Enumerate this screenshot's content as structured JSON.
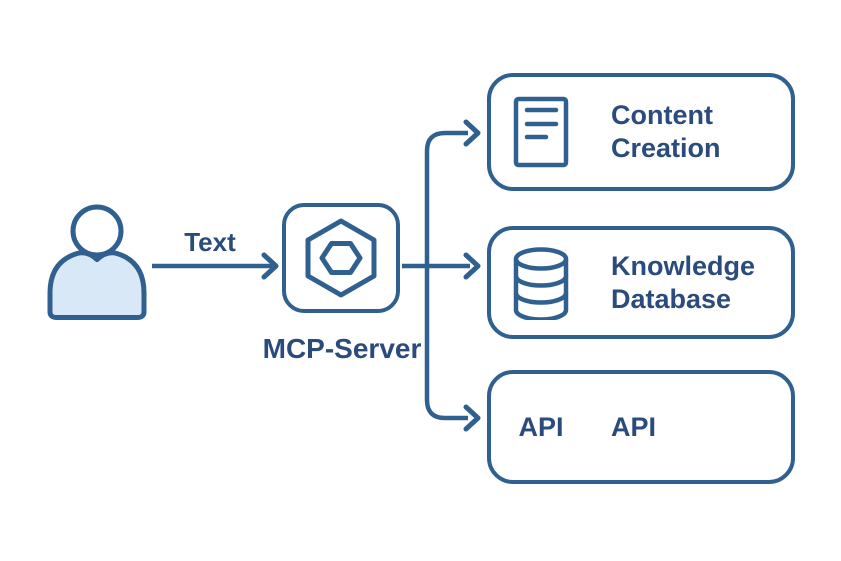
{
  "diagram": {
    "input_label": "Text",
    "user": {
      "icon": "person-icon"
    },
    "server": {
      "icon": "hexagon-icon",
      "label": "MCP-Server"
    },
    "targets": [
      {
        "icon": "document-icon",
        "label_lines": [
          "Content",
          "Creation"
        ]
      },
      {
        "icon": "database-icon",
        "label_lines": [
          "Knowledge",
          "Database"
        ]
      },
      {
        "icon": "api-text-icon",
        "icon_text": "API",
        "label_lines": [
          "API"
        ]
      }
    ],
    "colors": {
      "stroke": "#30608F",
      "text": "#2A4B7C",
      "person_fill": "#D9E8F6",
      "background": "#FFFFFF"
    }
  }
}
